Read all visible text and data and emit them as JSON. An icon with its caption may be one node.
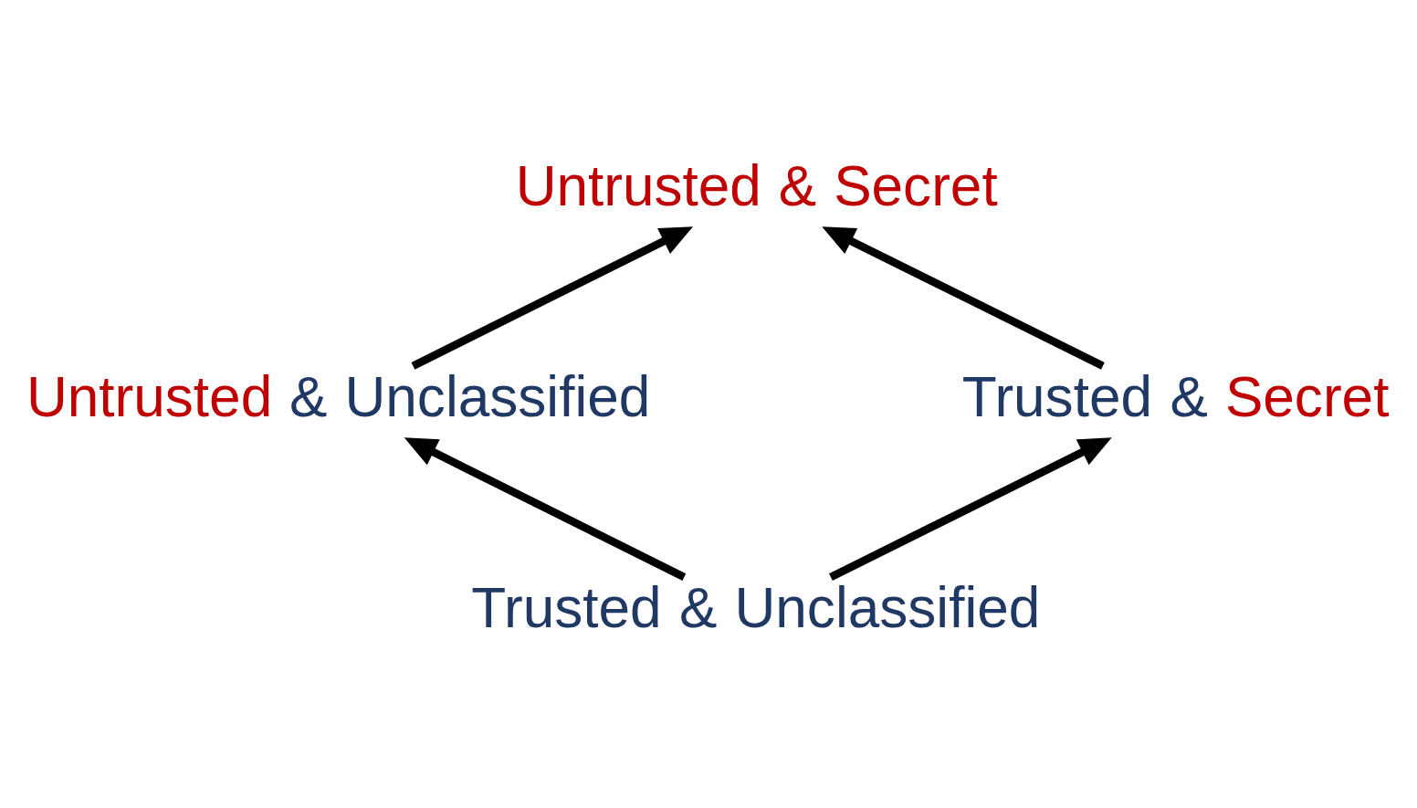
{
  "diagram": {
    "nodes": [
      {
        "text": [
          "Untrusted & Secret"
        ]
      },
      {
        "text": [
          "Untrusted & Unclassified"
        ]
      },
      {
        "text": [
          "Trusted & Secret"
        ]
      },
      {
        "text": [
          "Trusted & Unclassified"
        ]
      }
    ],
    "edges": [
      {
        "from": 1,
        "to": 0,
        "arrow": "to"
      },
      {
        "from": 2,
        "to": 0,
        "arrow": "to"
      },
      {
        "from": 3,
        "to": 1,
        "arrow": "to"
      },
      {
        "from": 3,
        "to": 2,
        "arrow": "to"
      }
    ]
  }
}
